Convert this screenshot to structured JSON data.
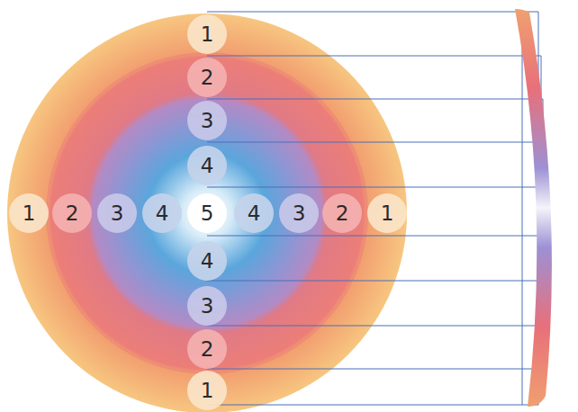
{
  "diagram": {
    "nodes": [
      {
        "text": [
          "1"
        ]
      },
      {
        "text": [
          "2"
        ]
      },
      {
        "text": [
          "3"
        ]
      },
      {
        "text": [
          "4"
        ]
      },
      {
        "text": [
          "1"
        ]
      },
      {
        "text": [
          "2"
        ]
      },
      {
        "text": [
          "3"
        ]
      },
      {
        "text": [
          "4"
        ]
      },
      {
        "text": [
          "5"
        ]
      },
      {
        "text": [
          "4"
        ]
      },
      {
        "text": [
          "3"
        ]
      },
      {
        "text": [
          "2"
        ]
      },
      {
        "text": [
          "1"
        ]
      },
      {
        "text": [
          "4"
        ]
      },
      {
        "text": [
          "3"
        ]
      },
      {
        "text": [
          "2"
        ]
      },
      {
        "text": [
          "1"
        ]
      }
    ]
  }
}
